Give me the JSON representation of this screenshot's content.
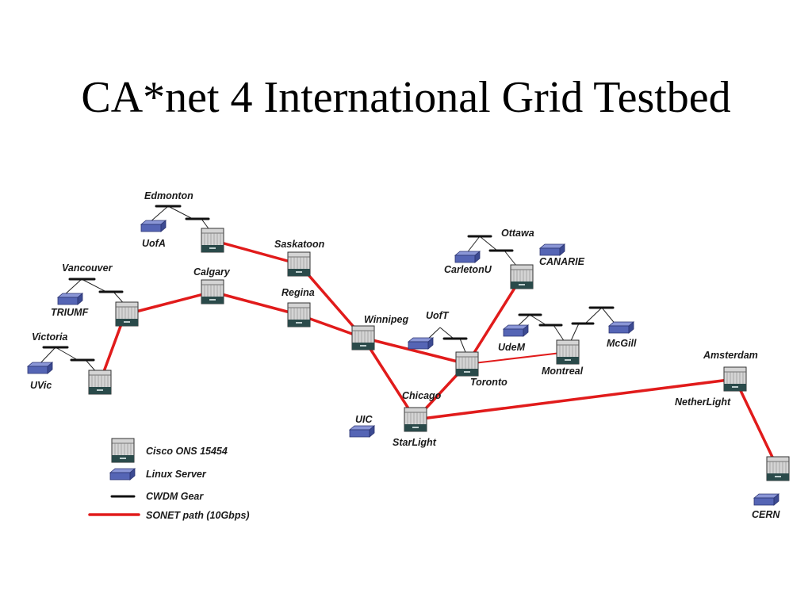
{
  "title": "CA*net 4 International Grid Testbed",
  "colors": {
    "sonet_path": "#e11b1b",
    "server": "#5565b5",
    "router_body": "#d4d4d4",
    "router_base": "#2a4a4a",
    "cwdm": "#111111"
  },
  "nodes": {
    "edmonton": "Edmonton",
    "uofa": "UofA",
    "saskatoon": "Saskatoon",
    "vancouver": "Vancouver",
    "calgary": "Calgary",
    "triumf": "TRIUMF",
    "regina": "Regina",
    "victoria": "Victoria",
    "uvic": "UVic",
    "winnipeg": "Winnipeg",
    "ottawa": "Ottawa",
    "canarie": "CANARIE",
    "carletonu": "CarletonU",
    "uoft": "UofT",
    "udem": "UdeM",
    "mcgill": "McGill",
    "toronto": "Toronto",
    "montreal": "Montreal",
    "amsterdam": "Amsterdam",
    "netherlight": "NetherLight",
    "chicago": "Chicago",
    "uic": "UIC",
    "starlight": "StarLight",
    "cern": "CERN"
  },
  "legend": {
    "router": "Cisco ONS 15454",
    "server": "Linux Server",
    "cwdm": "CWDM Gear",
    "sonet": "SONET path (10Gbps)"
  }
}
